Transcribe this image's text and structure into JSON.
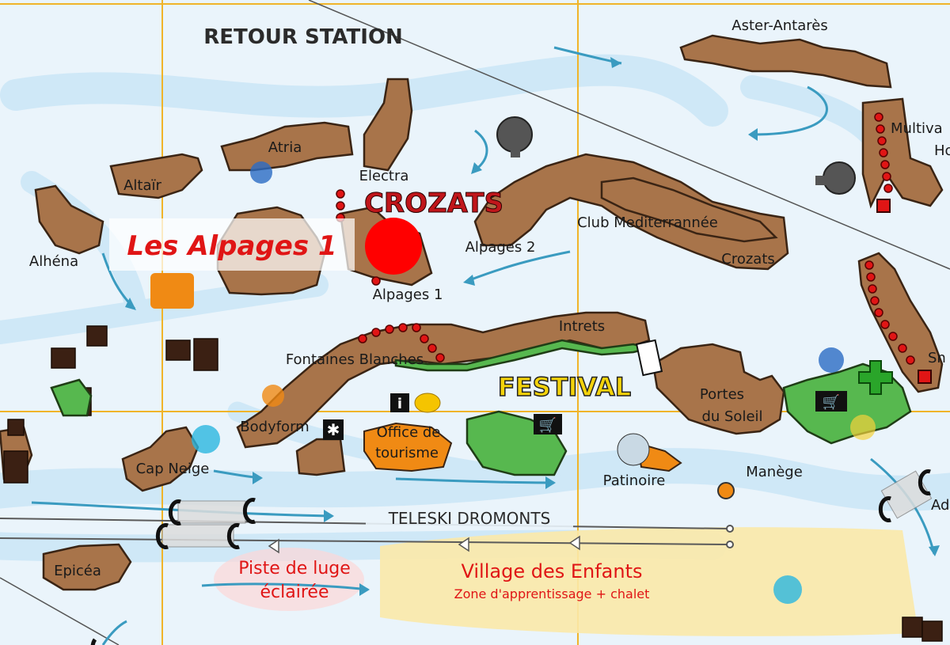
{
  "title_overlay": "Les Alpages 1",
  "labels": {
    "retour_station": "RETOUR STATION",
    "aster_antares": "Aster-Antarès",
    "multivacances": "Multiva",
    "multivacances_2": "Ho",
    "atria": "Atria",
    "altair": "Altaïr",
    "electra": "Electra",
    "crozats_brand": "CROZATS",
    "alhena": "Alhéna",
    "club_med": "Club Mediterrannée",
    "alpages2": "Alpages 2",
    "crozats": "Crozats",
    "alpages1": "Alpages 1",
    "intrets": "Intrets",
    "fontaines_blanches": "Fontaines Blanches",
    "festival": "FESTIVAL",
    "portes_du_soleil_1": "Portes",
    "portes_du_soleil_2": "du Soleil",
    "snow": "Sn",
    "bodyform": "Bodyform",
    "office_1": "Office de",
    "office_2": "tourisme",
    "cap_neige": "Cap Neige",
    "patinoire": "Patinoire",
    "manege": "Manège",
    "teleski": "TELESKI DROMONTS",
    "ado": "Ado",
    "epicea": "Epicéa",
    "piste_luge_1": "Piste de luge",
    "piste_luge_2": "éclairée",
    "village_enfants": "Village des Enfants",
    "village_sub": "Zone d'apprentissage + chalet"
  },
  "colors": {
    "building": "#a8744a",
    "green_area": "#57b84f",
    "orange_area": "#f08a14",
    "marker": "#ff0000",
    "grid": "#f0b429",
    "village_zone": "#fbe9a8",
    "snow": "#eaf4fb"
  },
  "icons": [
    "info-icon",
    "post-horn-icon",
    "shopping-cart-icon",
    "pharmacy-cross-icon",
    "cinema-icon",
    "star-icon",
    "skier-icon",
    "skater-icon",
    "dancer-icon",
    "kids-icon",
    "lift-tower-icon"
  ]
}
